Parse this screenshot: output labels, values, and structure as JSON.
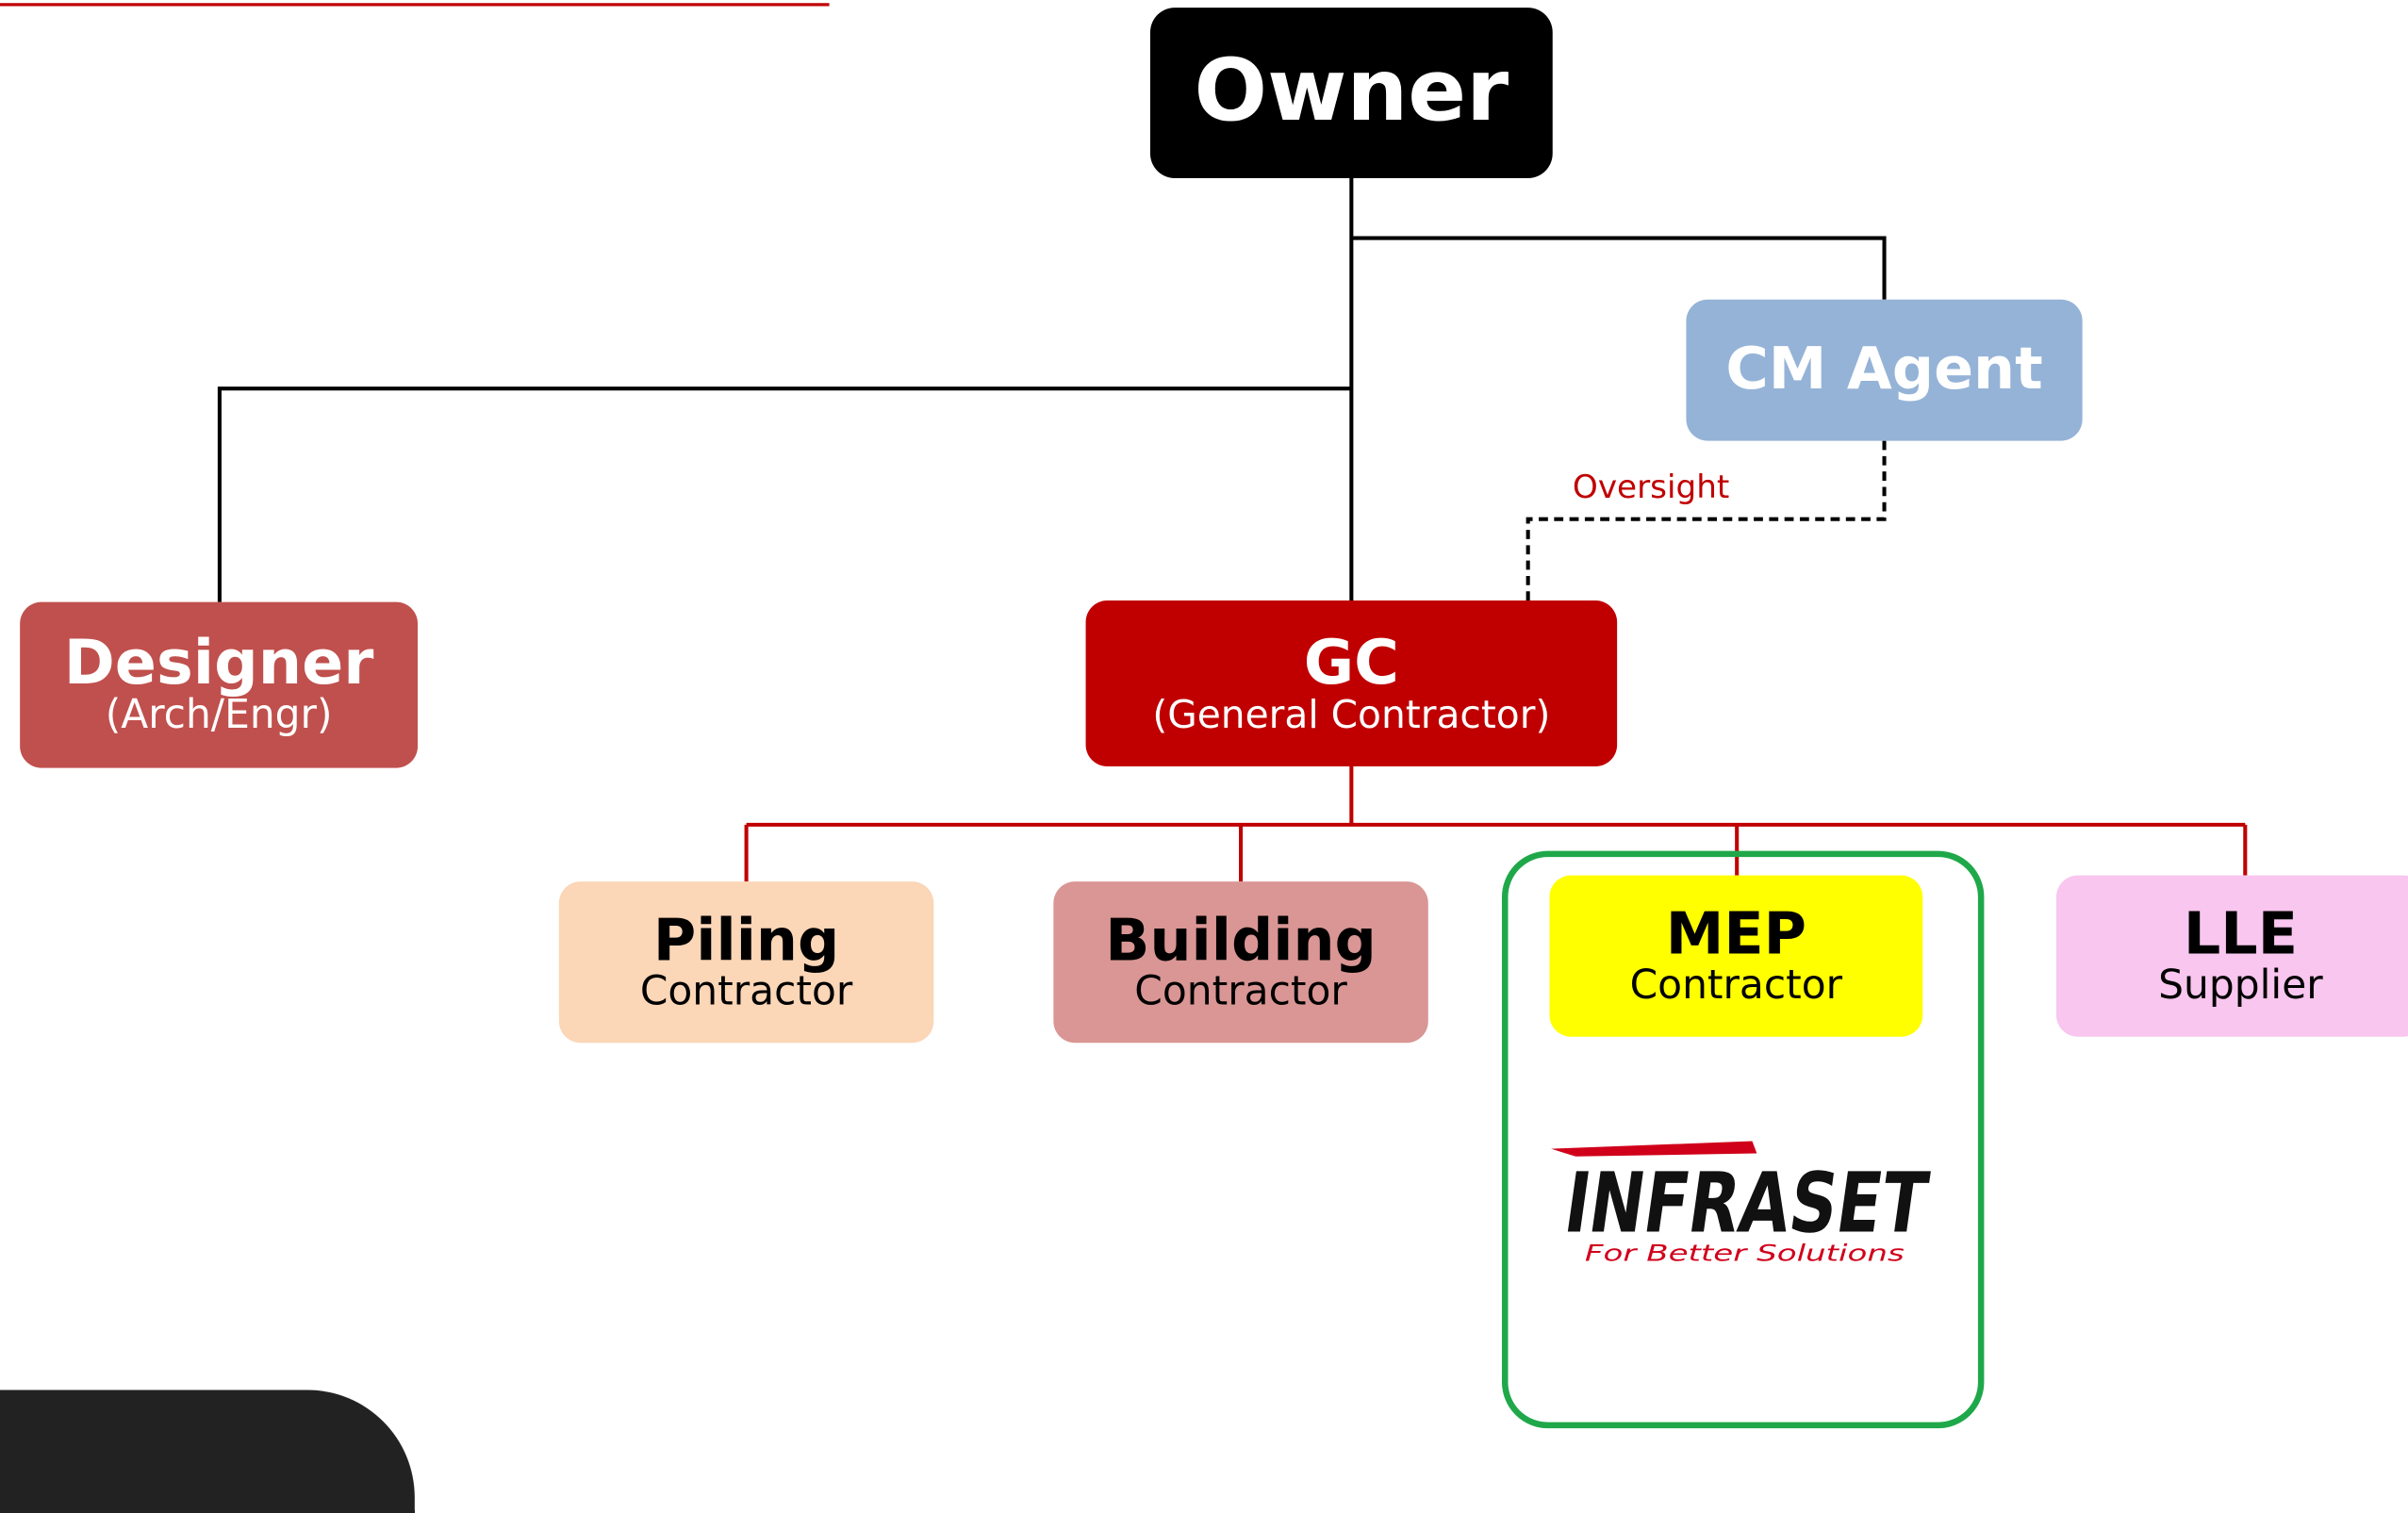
{
  "diagram": {
    "owner": {
      "title": "Owner"
    },
    "cm_agent": {
      "title": "CM Agent"
    },
    "designer": {
      "title": "Designer",
      "subtitle": "(Arch/Engr)"
    },
    "gc": {
      "title": "GC",
      "subtitle": "(General Contractor)"
    },
    "subcontractors": [
      {
        "title": "Piling",
        "subtitle": "Contractor",
        "color": "#fbd6b7"
      },
      {
        "title": "Building",
        "subtitle": "Contractor",
        "color": "#d99694"
      },
      {
        "title": "MEP",
        "subtitle": "Contractor",
        "color": "#ffff00"
      },
      {
        "title": "LLE",
        "subtitle": "Supplier",
        "color": "#f8c6ee"
      }
    ],
    "oversight_label": "Oversight",
    "logo": {
      "name": "INFRASET",
      "tagline": "For Better Solutions"
    },
    "colors": {
      "owner": "#000000",
      "cm_agent": "#95b3d7",
      "designer": "#c0504d",
      "gc": "#c00000",
      "highlight_frame": "#1fa84a",
      "owner_lines": "#000000",
      "gc_lines": "#c00000"
    }
  }
}
